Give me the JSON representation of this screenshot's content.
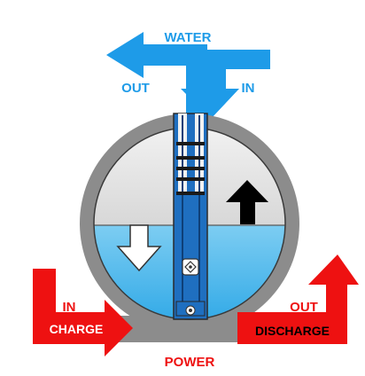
{
  "labels": {
    "water": "WATER",
    "water_out": "OUT",
    "water_in": "IN",
    "charge_in": "IN",
    "charge": "CHARGE",
    "discharge_out": "OUT",
    "discharge": "DISCHARGE",
    "power": "POWER"
  },
  "colors": {
    "water_blue": "#1e9be8",
    "water_light": "#8fd3f3",
    "charge_red": "#ee1111",
    "housing_gray": "#8c8c8c",
    "chamber_light": "#e6e6e6",
    "tube_blue": "#1f6fc0",
    "text_white": "#ffffff",
    "text_black": "#000000"
  },
  "icons": {
    "down_arrow": "arrow-down-icon",
    "up_arrow": "arrow-up-icon"
  }
}
